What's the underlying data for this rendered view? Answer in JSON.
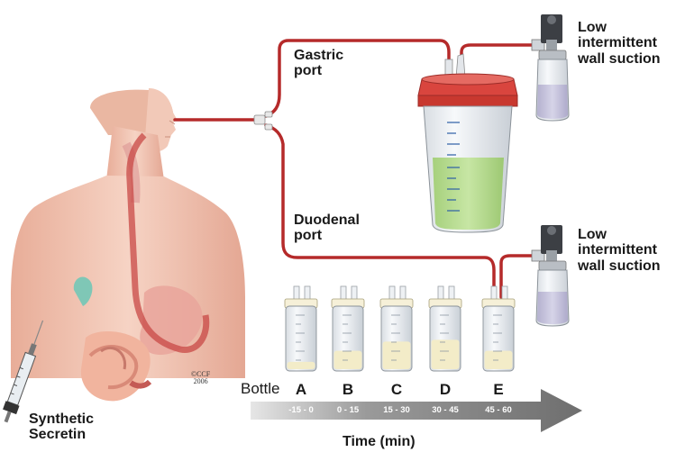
{
  "labels": {
    "gastric_port": [
      "Gastric",
      "port"
    ],
    "duodenal_port": [
      "Duodenal",
      "port"
    ],
    "suction_top": [
      "Low",
      "intermittent",
      "wall suction"
    ],
    "suction_bottom": [
      "Low",
      "intermittent",
      "wall suction"
    ],
    "synthetic_secretin": [
      "Synthetic",
      "Secretin"
    ],
    "copyright": [
      "©CCF",
      "2006"
    ],
    "bottle_word": "Bottle",
    "time_axis": "Time (min)"
  },
  "bottles": [
    {
      "letter": "A",
      "range": "-15 - 0",
      "fill": 0.12
    },
    {
      "letter": "B",
      "range": "0 - 15",
      "fill": 0.3
    },
    {
      "letter": "C",
      "range": "15 - 30",
      "fill": 0.45
    },
    {
      "letter": "D",
      "range": "30 - 45",
      "fill": 0.48
    },
    {
      "letter": "E",
      "range": "45 - 60",
      "fill": 0.3
    }
  ],
  "colors": {
    "tube": "#b52a2a",
    "skin": "#f0c6b4",
    "green_fluid": "#b5dc8e",
    "sample_fluid": "#f3ecc8",
    "suction_fluid": "#c7c4dd",
    "arrow": "#8e8e8e",
    "lid": "#d9453e"
  }
}
